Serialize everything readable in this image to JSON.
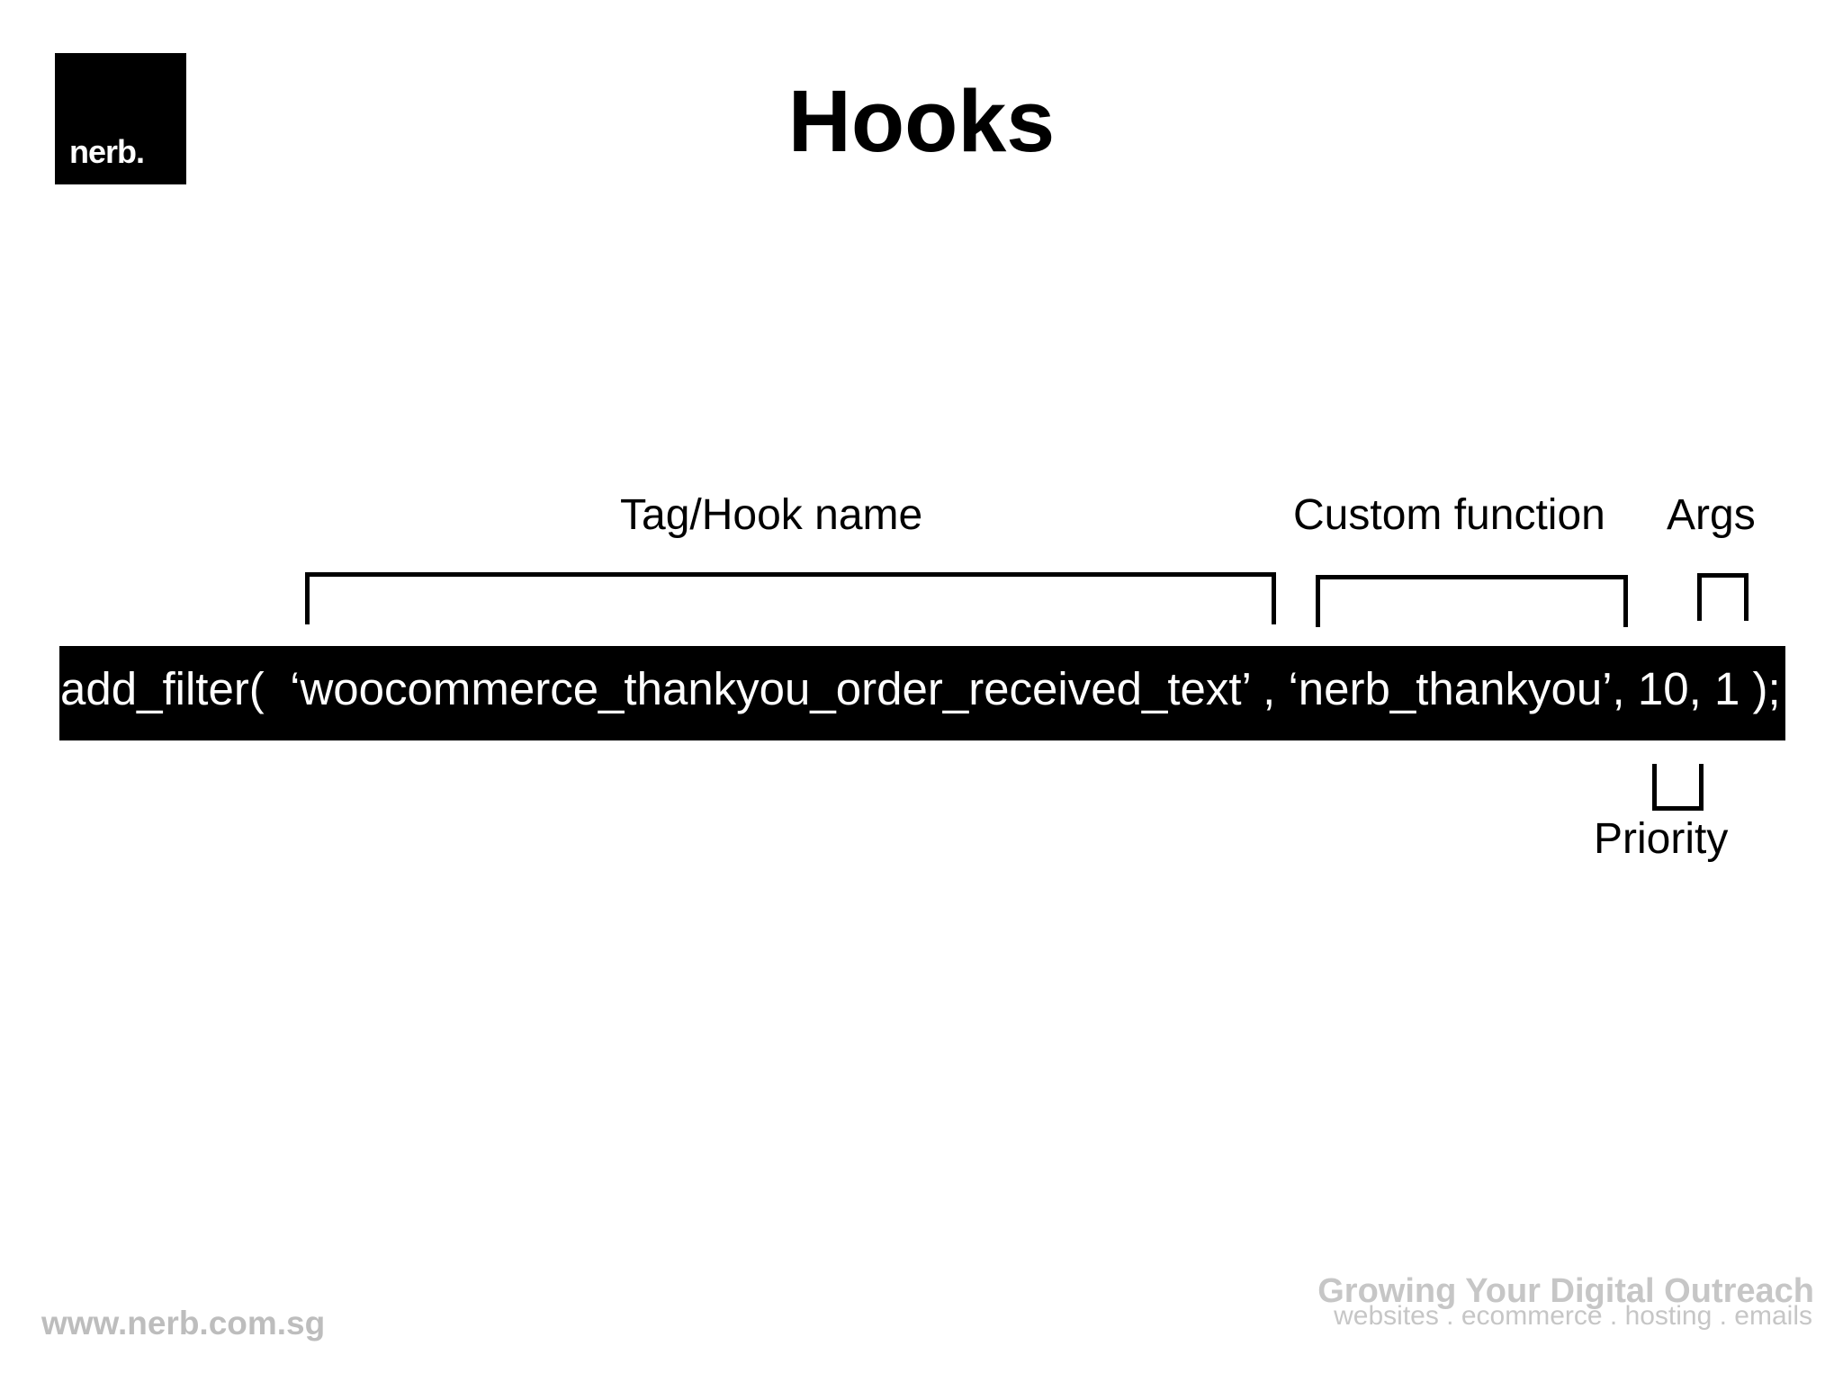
{
  "logo": {
    "text": "nerb."
  },
  "title": "Hooks",
  "diagram": {
    "code": "add_filter(  ‘woocommerce_thankyou_order_received_text’ , ‘nerb_thankyou’, 10, 1 );",
    "labels": {
      "tag_hook_name": "Tag/Hook name",
      "custom_function": "Custom function",
      "args": "Args",
      "priority": "Priority"
    }
  },
  "footer": {
    "url": "www.nerb.com.sg",
    "tagline": "Growing Your Digital Outreach",
    "services": "websites . ecommerce . hosting . emails"
  }
}
